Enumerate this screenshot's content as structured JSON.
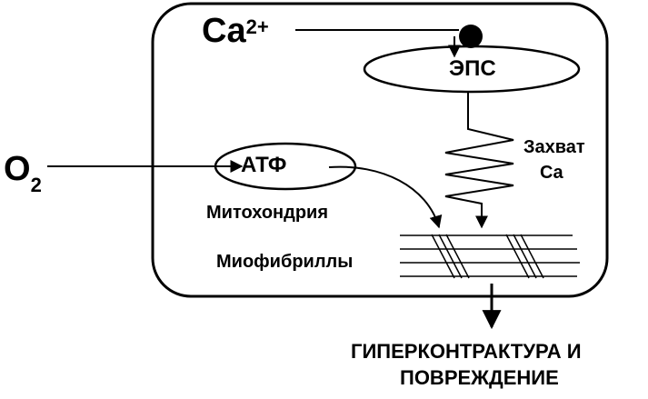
{
  "labels": {
    "ca_base": "Ca",
    "ca_sup": "2+",
    "o2_base": "O",
    "o2_sub": "2",
    "eps": "ЭПС",
    "atf": "АТФ",
    "uptake_line1": "Захват",
    "uptake_line2": "Ca",
    "mitochondria": "Митохондрия",
    "myofibrils": "Миофибриллы",
    "result_line1": "ГИПЕРКОНТРАКТУРА И",
    "result_line2": "ПОВРЕЖДЕНИЕ"
  },
  "colors": {
    "stroke": "#000000",
    "background": "#ffffff"
  }
}
